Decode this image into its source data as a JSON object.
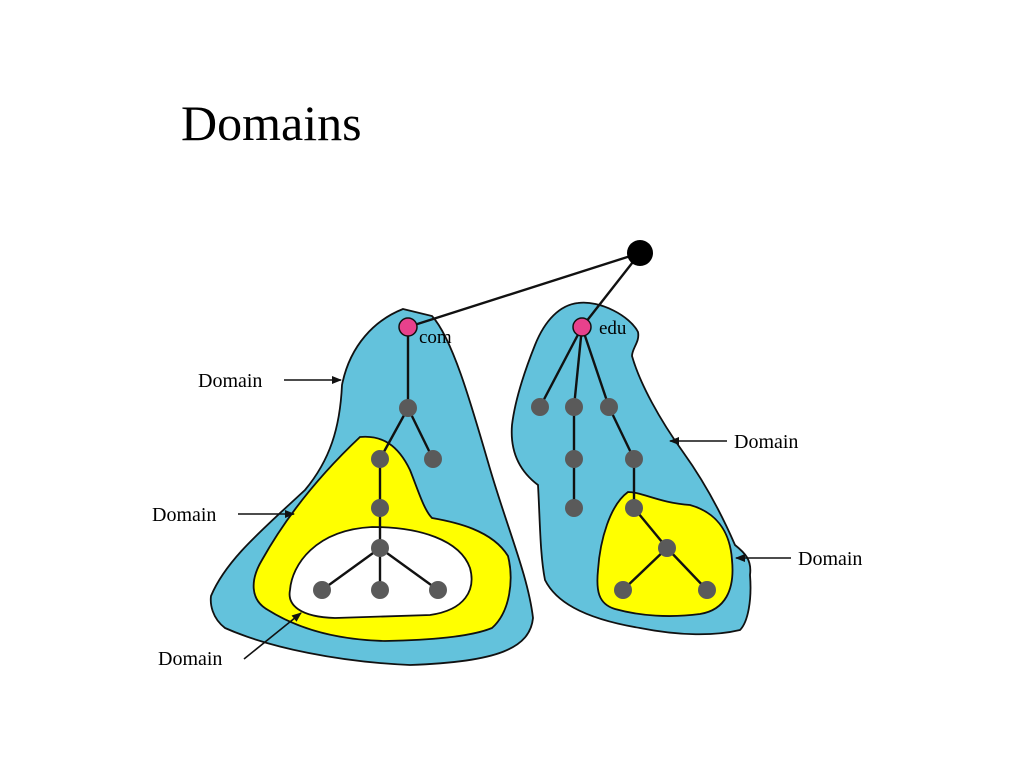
{
  "title": "Domains",
  "colors": {
    "outer_domain": "#63c2dc",
    "inner_domain": "#ffff00",
    "innermost_domain": "#ffffff",
    "tld_node": "#e8418c",
    "node": "#5a5a5a",
    "root_node": "#000000"
  },
  "tree": {
    "root": {
      "label": ""
    },
    "tlds": [
      {
        "label": "com"
      },
      {
        "label": "edu"
      }
    ]
  },
  "callouts": [
    {
      "label": "Domain"
    },
    {
      "label": "Domain"
    },
    {
      "label": "Domain"
    },
    {
      "label": "Domain"
    },
    {
      "label": "Domain"
    }
  ]
}
